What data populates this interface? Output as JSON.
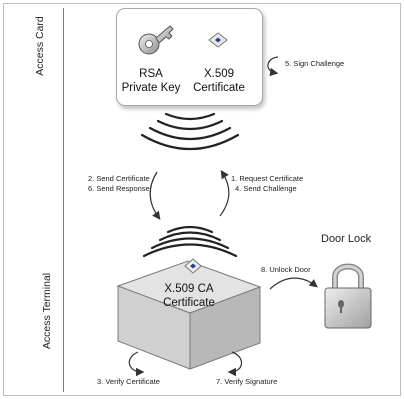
{
  "labels": {
    "access_card": "Access Card",
    "access_terminal": "Access Terminal",
    "door_lock": "Door Lock"
  },
  "card": {
    "private_key_line1": "RSA",
    "private_key_line2": "Private Key",
    "certificate_line1": "X.509",
    "certificate_line2": "Certificate"
  },
  "terminal": {
    "certificate_line1": "X.509 CA",
    "certificate_line2": "Certificate"
  },
  "steps": {
    "sign_challenge": "5. Sign Challenge",
    "send_certificate": "2. Send Certificate",
    "send_response": "6. Send Response",
    "request_certificate": "1. Request Certificate",
    "send_challenge": "4. Send Challenge",
    "unlock_door": "8. Unlock Door",
    "verify_certificate": "3. Verify Certificate",
    "verify_signature": "7. Verify Signature"
  },
  "icons": [
    "key-icon",
    "certificate-icon",
    "padlock-icon",
    "wireless-wave-icon",
    "terminal-box-icon"
  ],
  "colors": {
    "line": "#333333",
    "box_top": "#e3e3e3",
    "box_side": "#bdbdbd",
    "box_front": "#d0d0d0",
    "cert_blue": "#2c3e8f"
  }
}
